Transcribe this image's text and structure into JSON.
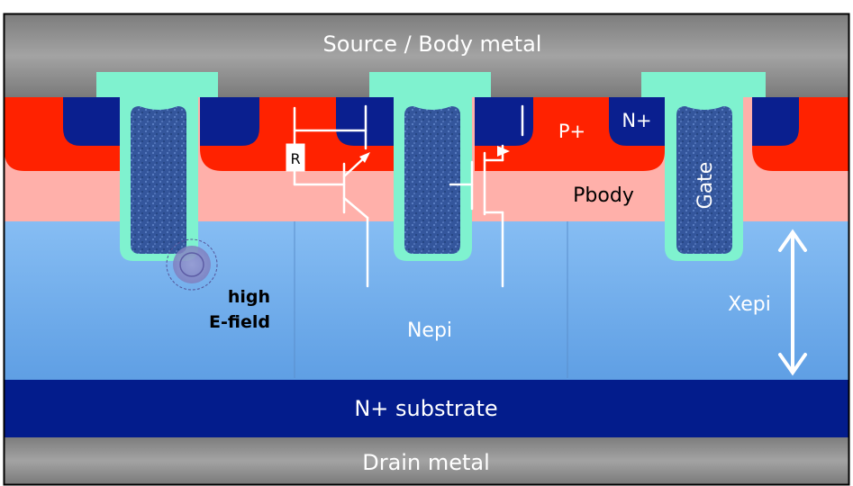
{
  "labels": {
    "source_body_metal": "Source / Body metal",
    "p_plus": "P+",
    "n_plus": "N+",
    "gate": "Gate",
    "pbody": "Pbody",
    "resistor": "R",
    "high_efield_line1": "high",
    "high_efield_line2": "E-field",
    "nepi": "Nepi",
    "xepi": "Xepi",
    "n_plus_substrate": "N+ substrate",
    "drain_metal": "Drain metal"
  },
  "colors": {
    "metal": "#8c8c8c",
    "p_plus": "#ff2200",
    "n_plus": "#0a1f8f",
    "pbody": "#ffb0aa",
    "nepi": "#74aeea",
    "substrate": "#031c8c",
    "oxide": "#7ff2cf",
    "gate_poly": "#34569c",
    "symbol": "#ffffff"
  }
}
